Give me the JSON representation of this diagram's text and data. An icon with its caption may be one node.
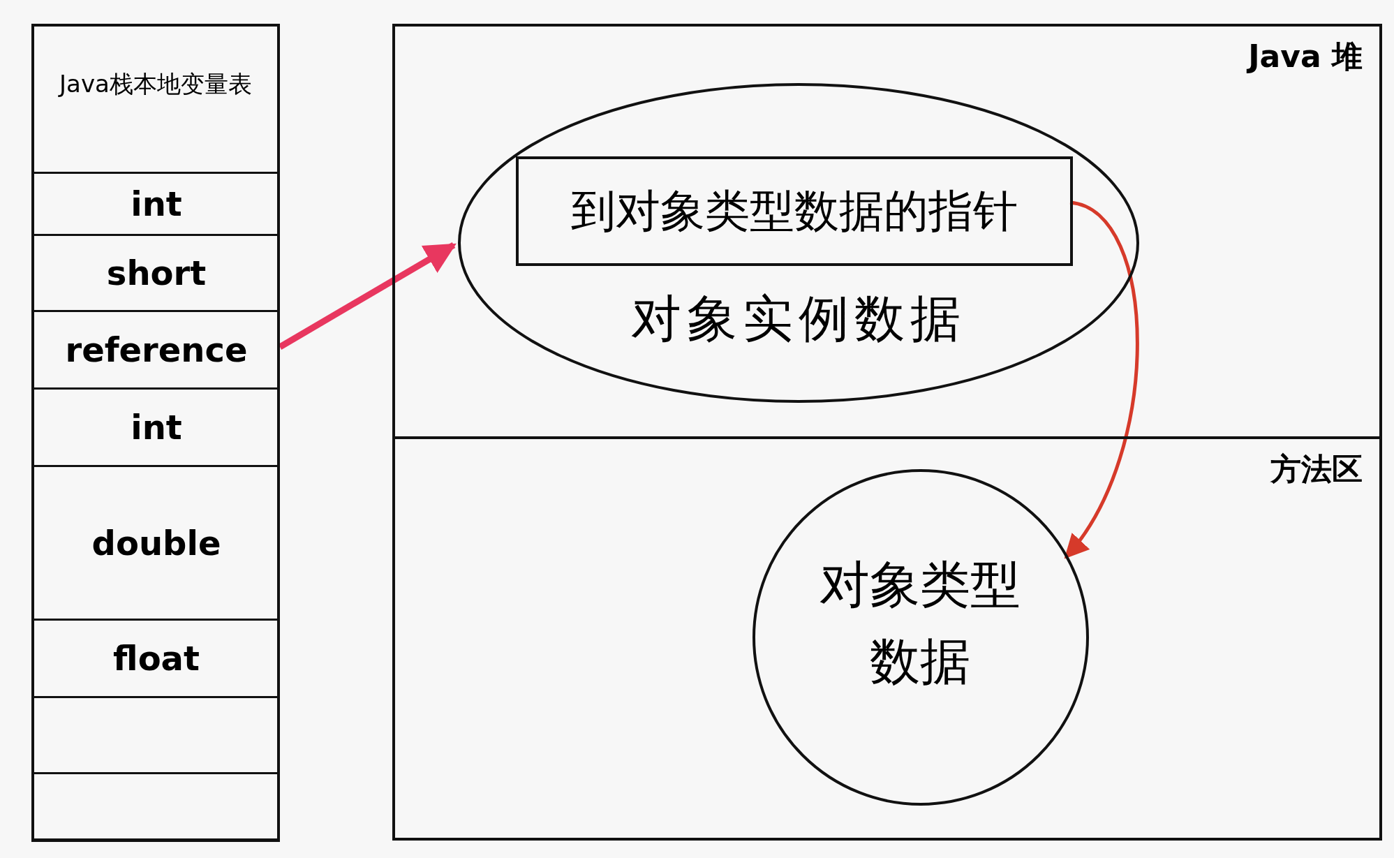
{
  "diagram": {
    "nodes": [
      {
        "text": [
          "Java栈本地变量表"
        ]
      },
      {
        "text": [
          "int"
        ],
        "in": 0
      },
      {
        "text": [
          "short"
        ],
        "in": 0
      },
      {
        "text": [
          "reference"
        ],
        "in": 0
      },
      {
        "text": [
          "int"
        ],
        "in": 0
      },
      {
        "text": [
          "double"
        ],
        "in": 0
      },
      {
        "text": [
          "float"
        ],
        "in": 0
      },
      {
        "text": [],
        "shape": "box",
        "in": 0
      },
      {
        "text": [],
        "shape": "box",
        "in": 0
      },
      {
        "text": [
          "Java 堆"
        ]
      },
      {
        "text": [
          "对象实例数据"
        ],
        "in": 9
      },
      {
        "text": [
          "到对象类型数据的指针"
        ],
        "in": 10
      },
      {
        "text": [
          "方法区"
        ]
      },
      {
        "text": [
          "对象类型数据"
        ],
        "in": 12
      }
    ],
    "edges": [
      {
        "from": 3,
        "to": 10,
        "arrow": "to",
        "style": "thick",
        "color": "#e8375f"
      },
      {
        "from": 11,
        "to": 13,
        "arrow": "to",
        "color": "#d63a2a"
      }
    ]
  }
}
